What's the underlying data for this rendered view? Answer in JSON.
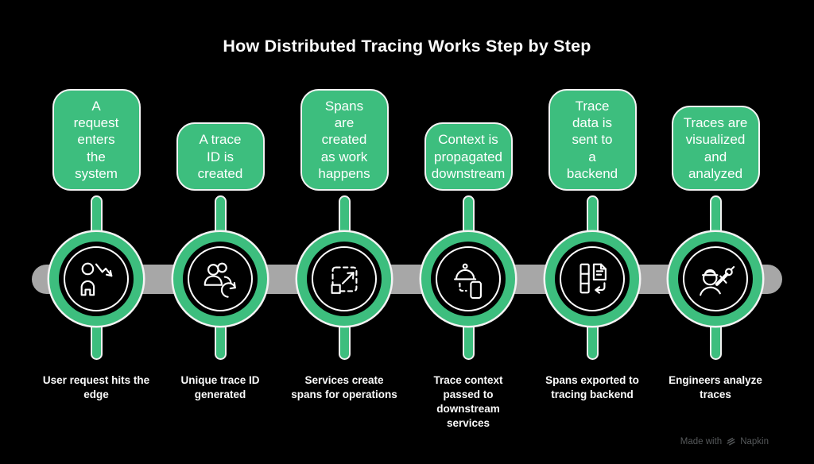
{
  "title": "How Distributed Tracing Works Step by Step",
  "colors": {
    "background": "#000000",
    "green": "#3DBE7E",
    "track": "#A7A7A7",
    "text": "#FFFFFF",
    "watermark": "#55585A"
  },
  "steps": [
    {
      "box": "A\nrequest\nenters\nthe\nsystem",
      "caption": "User request hits the\nedge",
      "icon": "user-request-icon"
    },
    {
      "box": "A trace\nID is\ncreated",
      "caption": "Unique trace ID\ngenerated",
      "icon": "trace-id-users-refresh-icon"
    },
    {
      "box": "Spans\nare\ncreated\nas work\nhappens",
      "caption": "Services create\nspans for operations",
      "icon": "span-expand-icon"
    },
    {
      "box": "Context is\npropagated\ndownstream",
      "caption": "Trace context\npassed to\ndownstream\nservices",
      "icon": "context-delivery-icon"
    },
    {
      "box": "Trace\ndata is\nsent to\na\nbackend",
      "caption": "Spans exported to\ntracing backend",
      "icon": "export-backend-icon"
    },
    {
      "box": "Traces are\nvisualized\nand\nanalyzed",
      "caption": "Engineers analyze\ntraces",
      "icon": "engineer-analyze-icon"
    }
  ],
  "watermark": {
    "prefix": "Made with",
    "brand": "Napkin"
  }
}
